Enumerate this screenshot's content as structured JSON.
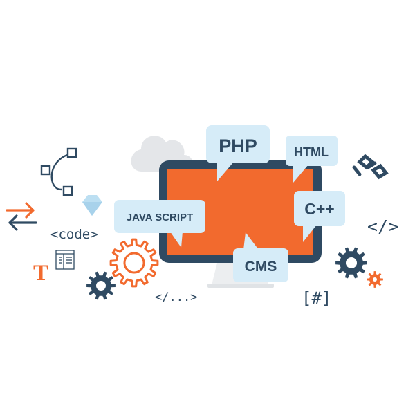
{
  "labels": {
    "php": "PHP",
    "html": "HTML",
    "javascript": "JAVA SCRIPT",
    "cpp": "C++",
    "cms": "CMS",
    "code_tag": "<code>",
    "close_tag_small": "</...>",
    "close_tag_large": "</>",
    "hash": "[#]",
    "type_letter": "T"
  },
  "icons": [
    "bezier-pen-icon",
    "diamond-icon",
    "swap-arrows-icon",
    "type-text-icon",
    "layout-window-icon",
    "orange-gear-icon",
    "navy-gear-icon",
    "cloud-icon",
    "chain-link-icon",
    "gear-pair-icon",
    "monitor-icon"
  ],
  "colors": {
    "navy": "#2f4a62",
    "orange": "#f26a2e",
    "bubble": "#d6ecf8",
    "cloud": "#e4e6e9",
    "diamond": "#bcdff2",
    "stand": "#eceef0"
  }
}
